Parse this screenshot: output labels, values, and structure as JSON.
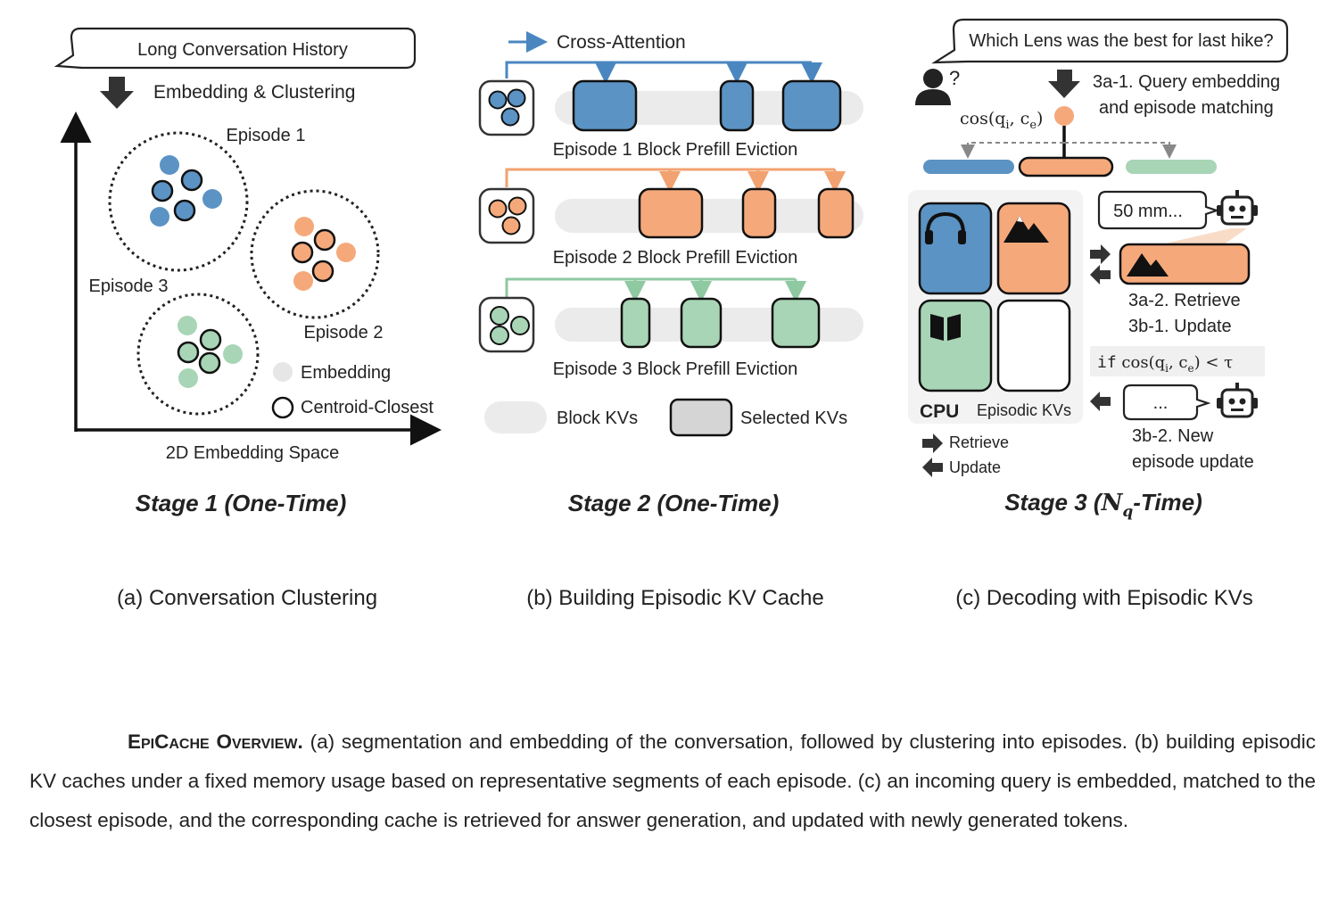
{
  "colors": {
    "blue": "#5b93c4",
    "orange": "#f5a97b",
    "green": "#a8d5b6",
    "gray": "#ebebeb",
    "dark": "#222222"
  },
  "stage1": {
    "history_label": "Long Conversation History",
    "embedding_clustering": "Embedding & Clustering",
    "episode1": "Episode 1",
    "episode2": "Episode 2",
    "episode3": "Episode 3",
    "legend_embedding": "Embedding",
    "legend_centroid": "Centroid-Closest",
    "axis_label": "2D Embedding Space",
    "stage_word": "Stage 1",
    "stage_time": "(One-Time)",
    "subcaption": "(a)  Conversation Clustering"
  },
  "stage2": {
    "cross_attention": "Cross-Attention",
    "row1": "Episode 1 Block Prefill Eviction",
    "row2": "Episode 2 Block Prefill Eviction",
    "row3": "Episode 3 Block Prefill Eviction",
    "legend_block": "Block KVs",
    "legend_selected": "Selected KVs",
    "stage_word": "Stage 2",
    "stage_time": "(One-Time)",
    "subcaption": "(b)  Building Episodic KV Cache"
  },
  "stage3": {
    "query": "Which Lens was the best for last hike?",
    "step_3a1_line1": "3a-1. Query embedding",
    "step_3a1_line2": "and episode matching",
    "cos_label": "cos(q",
    "cos_i": "i",
    "cos_mid": ", c",
    "cos_e": "e",
    "cos_close": ")",
    "robot_reply": "50 mm...",
    "step_3a2": "3a-2. Retrieve",
    "step_3b1": "3b-1. Update",
    "if_keyword": "if",
    "cond_lt": "< τ",
    "ellipsis": "...",
    "step_3b2_line1": "3b-2. New",
    "step_3b2_line2": "episode update",
    "cpu_label": "CPU",
    "episodic_kvs": "Episodic KVs",
    "legend_retrieve": "Retrieve",
    "legend_update": "Update",
    "stage_word": "Stage 3",
    "stage_n": "N",
    "stage_q": "q",
    "stage_time": "-Time",
    "subcaption": "(c)  Decoding with Episodic KVs"
  },
  "caption": {
    "title": "EpiCache Overview.",
    "body": "(a) segmentation and embedding of the conversation, followed by clustering into episodes. (b) building episodic KV caches under a fixed memory usage based on representative segments of each episode. (c) an incoming query is embedded, matched to the closest episode, and the corresponding cache is retrieved for answer generation, and updated with newly generated tokens."
  }
}
